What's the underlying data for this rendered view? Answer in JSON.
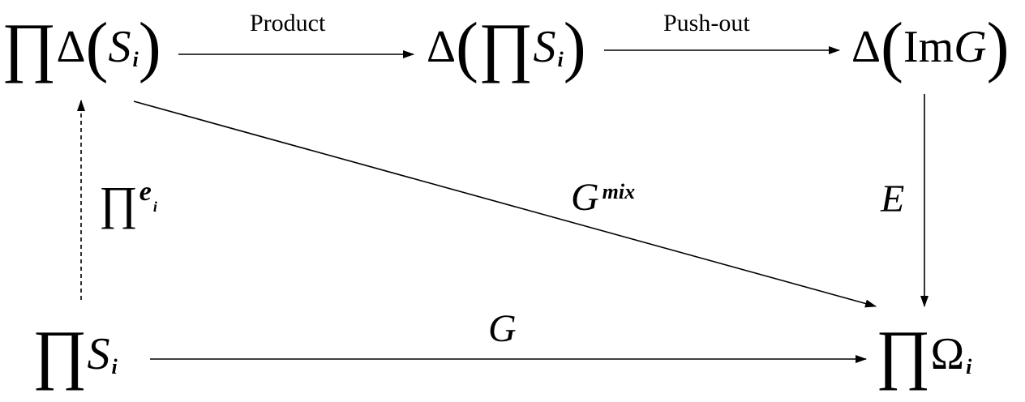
{
  "diagram": {
    "nodes": {
      "top_left": {
        "prod": "∏",
        "delta": "Δ",
        "open": "(",
        "set": "S",
        "index": "i",
        "close": ")"
      },
      "top_mid": {
        "delta": "Δ",
        "open": "(",
        "prod": "∏",
        "set": "S",
        "index": "i",
        "close": ")"
      },
      "top_right": {
        "delta": "Δ",
        "open": "(",
        "im": "Im",
        "map": "G",
        "close": ")"
      },
      "bottom_left": {
        "prod": "∏",
        "set": "S",
        "index": "i"
      },
      "bottom_right": {
        "prod": "∏",
        "set": "Ω",
        "index": "i"
      }
    },
    "labels": {
      "product": "Product",
      "push_out": "Push-out",
      "e_prod": "∏",
      "e_letter": "e",
      "e_index": "i",
      "g_mix_base": "G",
      "g_mix_sup": "mix",
      "e_map": "E",
      "g_map": "G"
    },
    "arrows": [
      {
        "name": "product-arrow",
        "style": "solid"
      },
      {
        "name": "push-out-arrow",
        "style": "solid"
      },
      {
        "name": "e-map-arrow",
        "style": "solid"
      },
      {
        "name": "g-mix-arrow",
        "style": "solid"
      },
      {
        "name": "g-map-arrow",
        "style": "solid"
      },
      {
        "name": "e-prod-arrow",
        "style": "dashed"
      }
    ]
  }
}
